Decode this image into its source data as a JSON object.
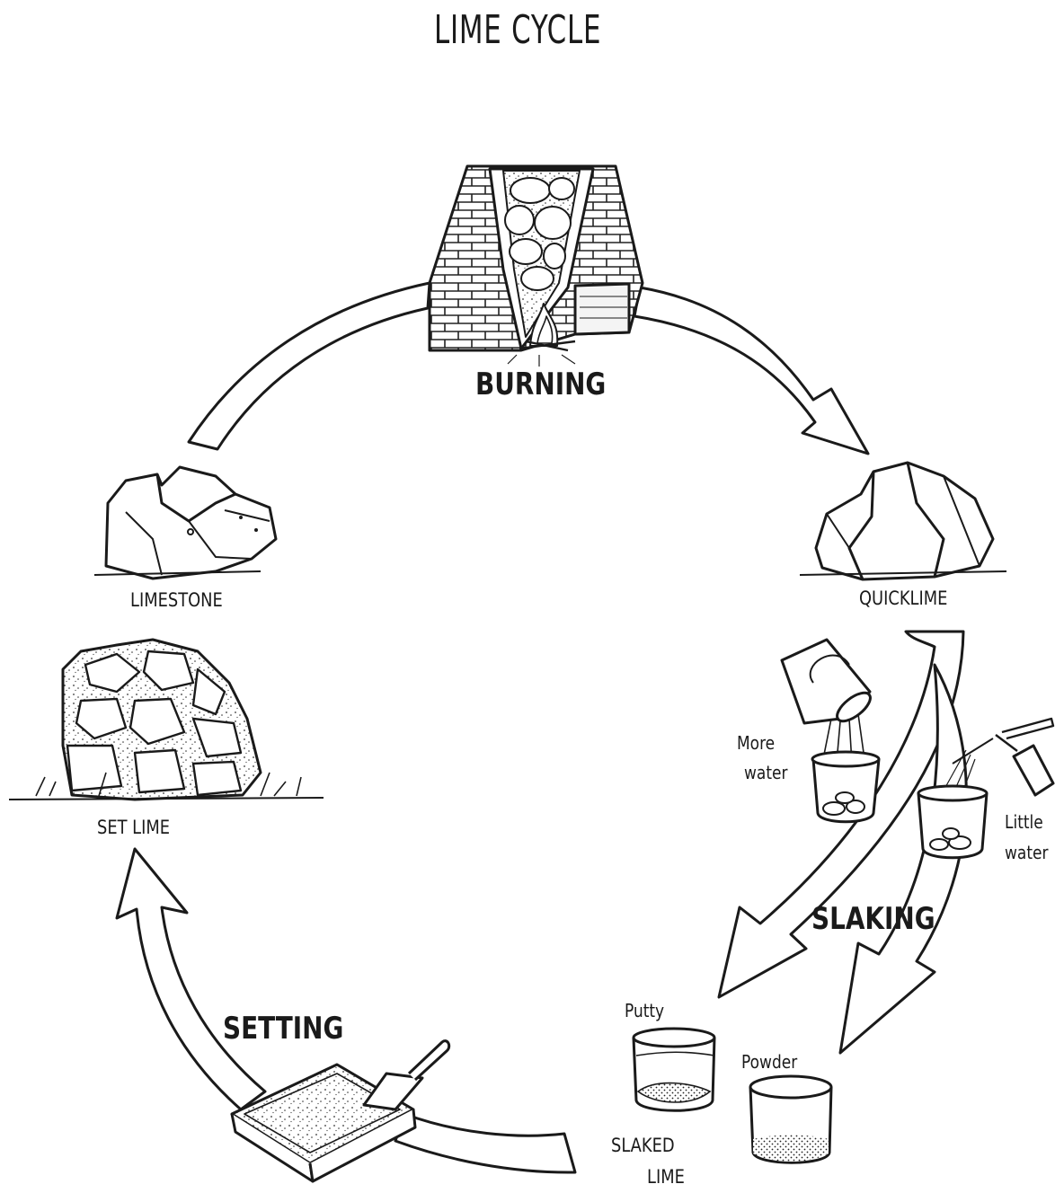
{
  "title": "LIME CYCLE",
  "stages": {
    "burning": "BURNING",
    "slaking": "SLAKING",
    "setting": "SETTING"
  },
  "materials": {
    "limestone": "LIMESTONE",
    "quicklime": "QUICKLIME",
    "set_lime": "SET LIME",
    "slaked_lime_line1": "SLAKED",
    "slaked_lime_line2": "LIME"
  },
  "slaking_notes": {
    "more_water_line1": "More",
    "more_water_line2": "water",
    "little_water_line1": "Little",
    "little_water_line2": "water",
    "putty": "Putty",
    "powder": "Powder"
  },
  "icons": [
    "kiln-icon",
    "limestone-rocks-icon",
    "quicklime-rocks-icon",
    "set-lime-wall-icon",
    "bucket-icon",
    "spray-bottle-icon",
    "beaker-icon",
    "putty-jar-icon",
    "powder-jar-icon",
    "mortar-tray-icon",
    "trowel-icon"
  ]
}
